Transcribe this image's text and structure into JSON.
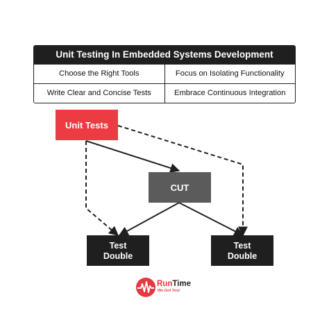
{
  "table": {
    "title": "Unit Testing In Embedded Systems Development",
    "rows": [
      [
        "Choose the Right Tools",
        "Focus on Isolating Functionality"
      ],
      [
        "Write Clear and Concise Tests",
        "Embrace Continuous Integration"
      ]
    ]
  },
  "diagram": {
    "nodes": {
      "unit_tests": "Unit Tests",
      "cut": "CUT",
      "test_double_left": [
        "Test",
        "Double"
      ],
      "test_double_right": [
        "Test",
        "Double"
      ]
    },
    "colors": {
      "unit_tests": "#ec3b42",
      "cut": "#5b5b5b",
      "test_double": "#1f1f1f"
    }
  },
  "logo": {
    "name_run": "Run",
    "name_time": "Time",
    "tagline": "We Got You!",
    "accent": "#e5383f"
  }
}
